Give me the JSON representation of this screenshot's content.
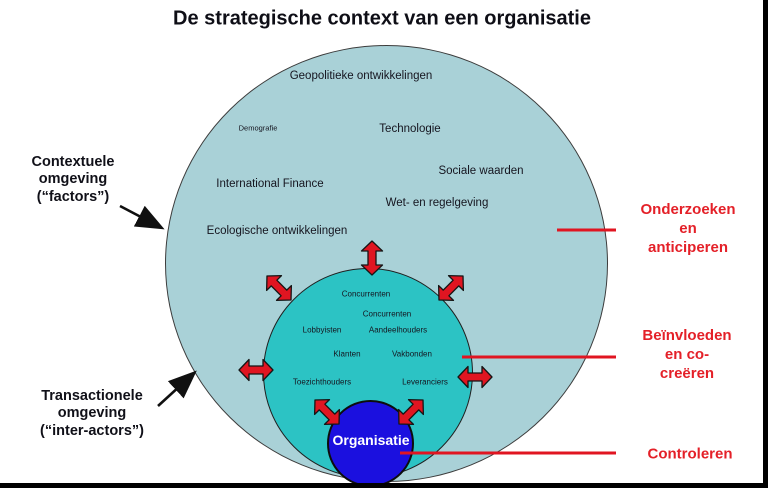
{
  "title": "De strategische context van een organisatie",
  "contextual_ring": {
    "geopolitieke": "Geopolitieke ontwikkelingen",
    "demografie": "Demografie",
    "technologie": "Technologie",
    "international_finance": "International Finance",
    "sociale_waarden": "Sociale waarden",
    "wet_en_regelgeving": "Wet- en regelgeving",
    "ecologische": "Ecologische ontwikkelingen"
  },
  "transactional_ring": {
    "concurrenten_1": "Concurrenten",
    "concurrenten_2": "Concurrenten",
    "lobbyisten": "Lobbyisten",
    "aandeelhouders": "Aandeelhouders",
    "klanten": "Klanten",
    "vakbonden": "Vakbonden",
    "toezichthouders": "Toezichthouders",
    "leveranciers": "Leveranciers"
  },
  "organization": {
    "label": "Organisatie"
  },
  "left_annotations": {
    "contextual": "Contextuele\nomgeving\n(“factors”)",
    "transactional": "Transactionele\nomgeving\n(“inter-actors”)"
  },
  "right_annotations": {
    "onderzoeken": "Onderzoeken\nen anticiperen",
    "beinvloeden": "Beïnvloeden\nen co-creëren",
    "controleren": "Controleren"
  },
  "colors": {
    "outer_circle_fill": "#a9d1d7",
    "inner_circle_fill": "#2cc3c4",
    "organization_fill": "#1b10df",
    "arrow_red": "#e01521",
    "annotation_red": "#e42028",
    "text_dark": "#15151f"
  }
}
